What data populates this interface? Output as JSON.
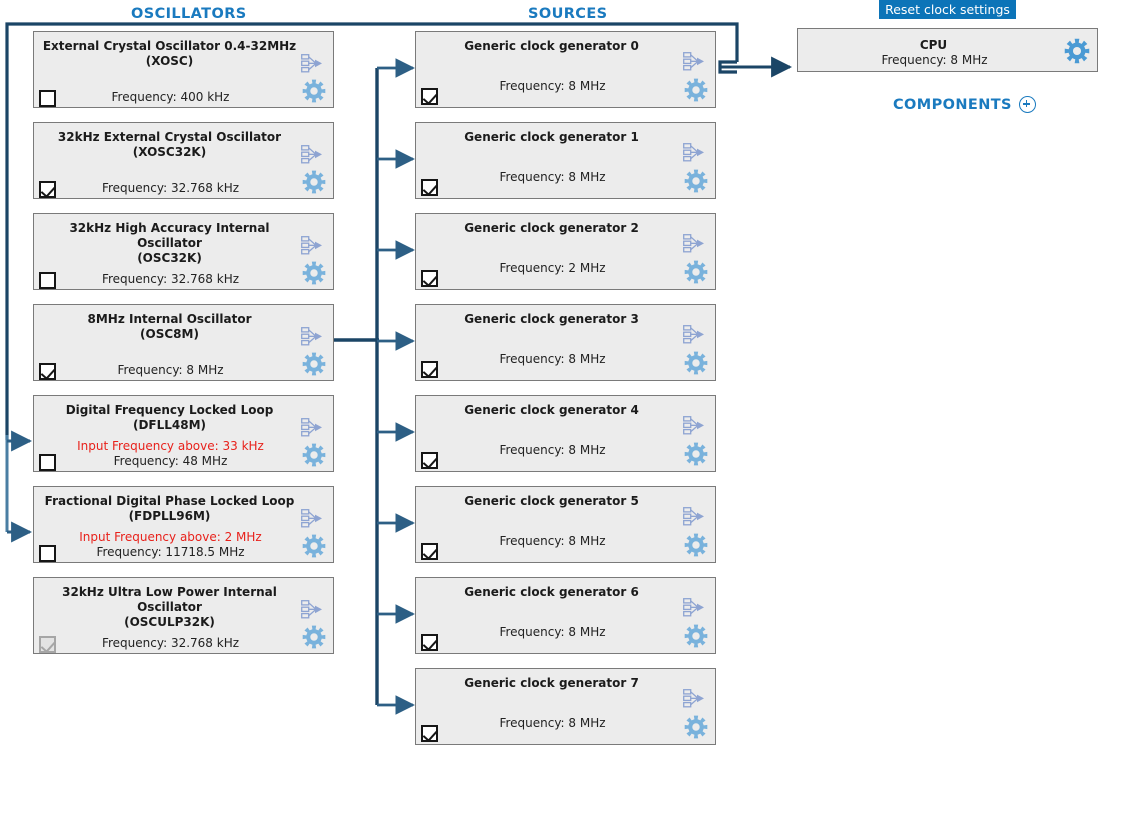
{
  "headers": {
    "oscillators": "OSCILLATORS",
    "sources": "SOURCES",
    "components": "COMPONENTS"
  },
  "toolbar": {
    "reset_label": "Reset clock settings",
    "reset_color": "#0c74b8"
  },
  "colors": {
    "accent_blue": "#1a7abf",
    "panel_bg": "#ececec",
    "panel_border": "#7a7a7a",
    "wire_dark": "#1b4566",
    "wire_light": "#4a7ea3",
    "warning_red": "#e8211b",
    "gear_blue": "#79b2dc",
    "fan_blue": "#8ea4d2"
  },
  "oscillators": [
    {
      "name": "External Crystal Oscillator 0.4-32MHz",
      "id": "(XOSC)",
      "frequency": "Frequency: 400 kHz",
      "warning": "",
      "checked": false,
      "disabled": false
    },
    {
      "name": "32kHz External Crystal Oscillator",
      "id": "(XOSC32K)",
      "frequency": "Frequency: 32.768 kHz",
      "warning": "",
      "checked": true,
      "disabled": false
    },
    {
      "name": "32kHz High Accuracy Internal Oscillator",
      "id": "(OSC32K)",
      "frequency": "Frequency: 32.768 kHz",
      "warning": "",
      "checked": false,
      "disabled": false
    },
    {
      "name": "8MHz Internal Oscillator",
      "id": "(OSC8M)",
      "frequency": "Frequency: 8 MHz",
      "warning": "",
      "checked": true,
      "disabled": false
    },
    {
      "name": "Digital Frequency Locked Loop",
      "id": "(DFLL48M)",
      "frequency": "Frequency: 48 MHz",
      "warning": "Input Frequency above: 33 kHz",
      "checked": false,
      "disabled": false
    },
    {
      "name": "Fractional Digital Phase Locked Loop",
      "id": "(FDPLL96M)",
      "frequency": "Frequency: 11718.5 MHz",
      "warning": "Input Frequency above: 2 MHz",
      "checked": false,
      "disabled": false
    },
    {
      "name": "32kHz Ultra Low Power Internal Oscillator",
      "id": "(OSCULP32K)",
      "frequency": "Frequency: 32.768 kHz",
      "warning": "",
      "checked": true,
      "disabled": true
    }
  ],
  "sources": [
    {
      "name": "Generic clock generator 0",
      "frequency": "Frequency: 8 MHz",
      "checked": true
    },
    {
      "name": "Generic clock generator 1",
      "frequency": "Frequency: 8 MHz",
      "checked": true
    },
    {
      "name": "Generic clock generator 2",
      "frequency": "Frequency: 2 MHz",
      "checked": true
    },
    {
      "name": "Generic clock generator 3",
      "frequency": "Frequency: 8 MHz",
      "checked": true
    },
    {
      "name": "Generic clock generator 4",
      "frequency": "Frequency: 8 MHz",
      "checked": true
    },
    {
      "name": "Generic clock generator 5",
      "frequency": "Frequency: 8 MHz",
      "checked": true
    },
    {
      "name": "Generic clock generator 6",
      "frequency": "Frequency: 8 MHz",
      "checked": true
    },
    {
      "name": "Generic clock generator 7",
      "frequency": "Frequency: 8 MHz",
      "checked": true
    }
  ],
  "components": [
    {
      "name": "CPU",
      "frequency": "Frequency: 8 MHz"
    }
  ],
  "icons": {
    "gear": "gear-icon",
    "fan_out": "fan-out-icon",
    "plus": "plus-circle-icon"
  }
}
